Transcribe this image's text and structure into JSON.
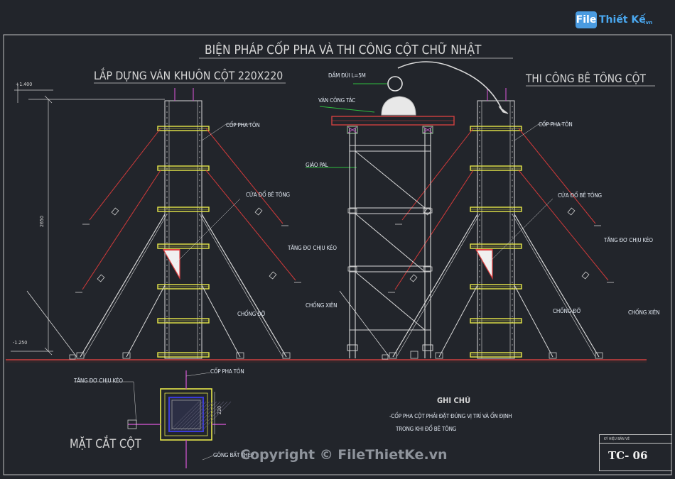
{
  "logo": {
    "mark": "File",
    "word": "Thiết Kế",
    "domain": ".vn"
  },
  "title": "BIỆN PHÁP CỐP PHA VÀ THI CÔNG CỘT CHỮ NHẬT",
  "left_title": "LẮP DỰNG VÁN KHUÔN CỘT 220X220",
  "right_title": "THI CÔNG BÊ TÔNG CỘT",
  "section_title": "MẶT CẮT CỘT",
  "labels": {
    "left_formwork": "CỐP PHA TÔN",
    "left_pour_door": "CỬA ĐỔ BÊ TÔNG",
    "left_tension": "TĂNG ĐƠ CHỊU KÉO",
    "left_prop": "CHỐNG ĐỠ",
    "left_brace": "CHỐNG XIÊN",
    "bucket_beam": "DẦM ĐÙI L=5M",
    "platform": "VÁN CÔNG TÁC",
    "scaffold": "GIÁO PAL",
    "right_formwork": "CỐP PHA TÔN",
    "right_pour_door": "CỬA ĐỔ BÊ TÔNG",
    "right_tension": "TĂNG ĐƠ CHỊU KÉO",
    "right_prop": "CHỐNG ĐỠ",
    "right_brace": "CHỐNG XIÊN",
    "sec_formwork": "CỐP PHA TÔN",
    "sec_tension": "TĂNG ĐƠ CHỊU KÉO",
    "sec_collar": "GÔNG BẤT THÉP"
  },
  "dims": {
    "top_level": "+1.400",
    "height": "2650",
    "bottom_level": "-1.250",
    "section_size": "220"
  },
  "notes": {
    "heading": "GHI CHÚ",
    "line1": "-CỐP PHA CỘT PHẢI ĐẶT ĐÚNG VỊ TRÍ VÀ ỔN ĐỊNH",
    "line2": "TRONG KHI ĐỔ BÊ TÔNG"
  },
  "title_block": {
    "caption": "KÝ HIỆU BẢN VẼ",
    "code": "TC- 06"
  },
  "copyright": "Copyright © FileThietKe.vn",
  "colors": {
    "background": "#22252b",
    "yoke": "#e8e84a",
    "tension": "#d23a3a",
    "pour_door": "#e04040",
    "leader": "#2fbf3f",
    "tube": "#d8d8d8"
  }
}
